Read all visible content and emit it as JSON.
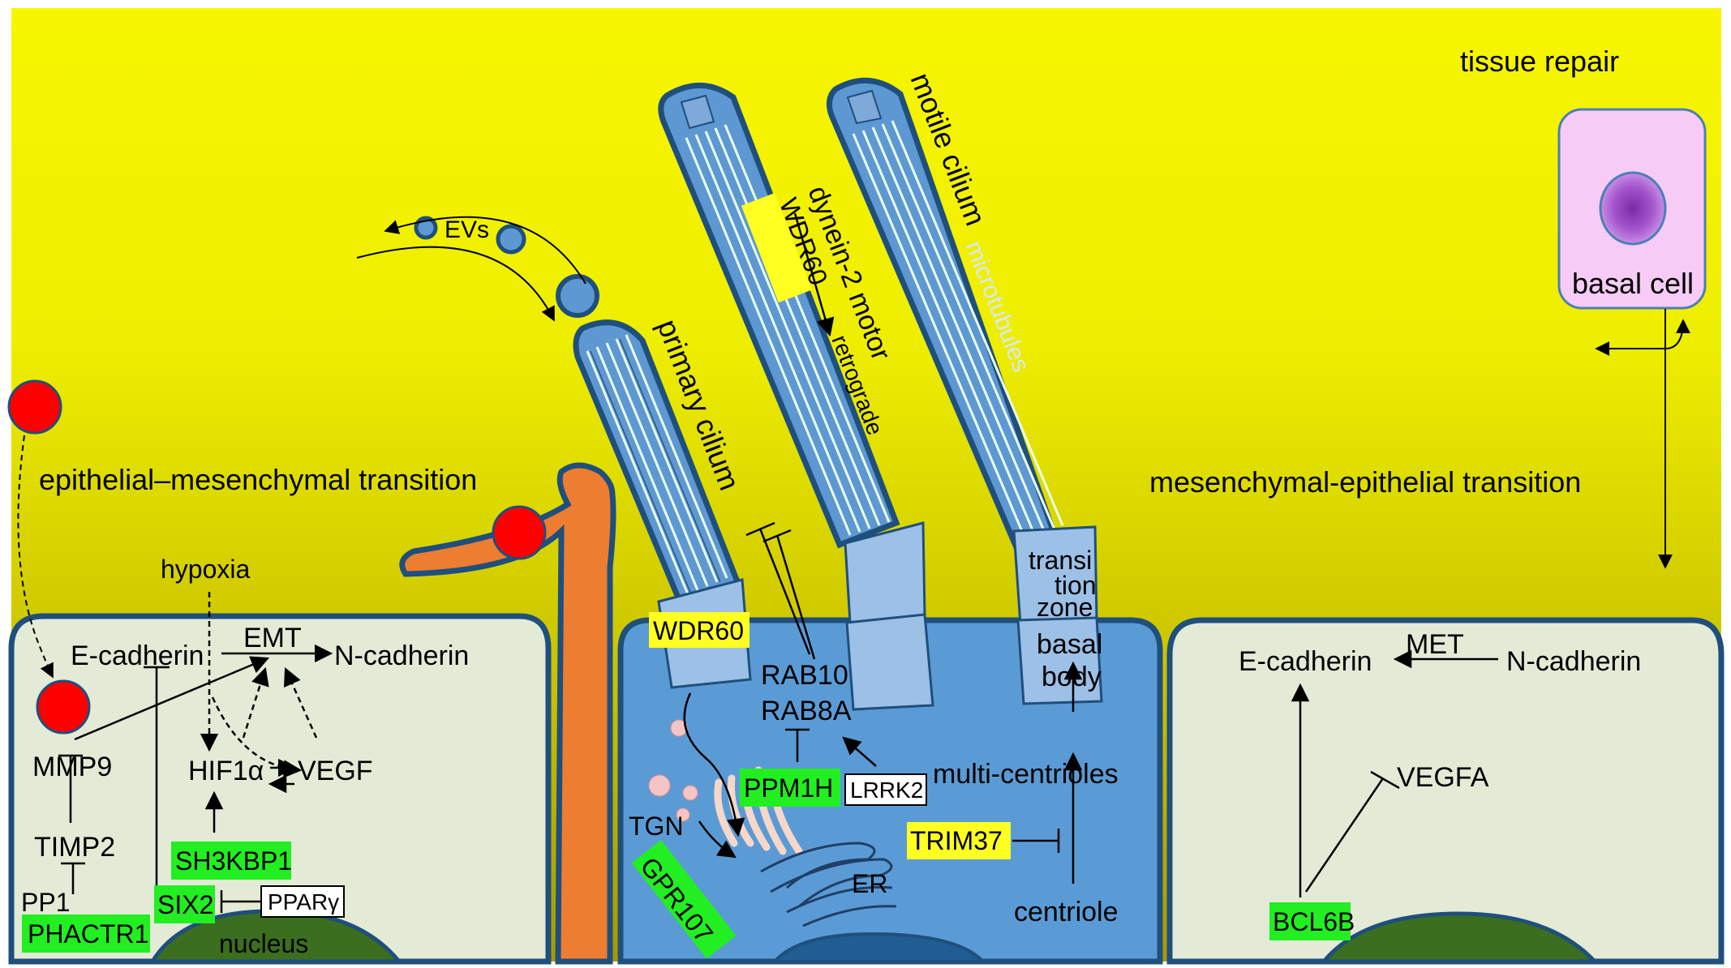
{
  "labels": {
    "tissue_repair": "tissue repair",
    "basal_cell": "basal cell",
    "emt_title": "epithelial–mesenchymal transition",
    "met_title": "mesenchymal-epithelial transition",
    "evs": "EVs",
    "primary_cilium": "primary cilium",
    "motile_cilium": "motile cilium",
    "dynein_motor": "dynein-2 motor",
    "retrograde": "retrograde",
    "microtubules": "microtubules",
    "transition_zone": [
      "transi",
      "tion",
      "zone"
    ],
    "basal_body": [
      "basal",
      "body"
    ],
    "hypoxia": "hypoxia",
    "e_cadherin": "E-cadherin",
    "emt": "EMT",
    "n_cadherin": "N-cadherin",
    "mmp9": "MMP9",
    "hif1a": "HIF1α",
    "vegf": "VEGF",
    "timp2": "TIMP2",
    "pp1": "PP1",
    "nucleus": "nucleus",
    "rab10": "RAB10",
    "rab8a": "RAB8A",
    "multi_centrioles": "multi-centrioles",
    "centriole": "centriole",
    "tgn": "TGN",
    "er": "ER",
    "met": "MET",
    "vegfa": "VEGFA"
  },
  "genes": {
    "phactr1": "PHACTR1",
    "six2": "SIX2",
    "ppar": "PPARγ",
    "sh3kbp1": "SH3KBP1",
    "wdr60_cilium": "WDR60",
    "wdr60_base": "WDR60",
    "ppm1h": "PPM1H",
    "lrrk2": "LRRK2",
    "gpr107": "GPR107",
    "trim37": "TRIM37",
    "bcl6b": "BCL6B"
  },
  "colors": {
    "gene_green": "#22ee22",
    "gene_yellow": "#ffff22",
    "gene_white": "#ffffff",
    "cell_pale": "#e3ead6",
    "cell_blue": "#5b9bd5",
    "cilium_blue": "#5e98d2",
    "outline_navy": "#1f4f7c",
    "fibroblast_orange": "#ed7d31",
    "red_particle": "#ff0000",
    "nucleus_green": "#3b6e1e",
    "basal_cell_pink": "#f6ccf6"
  }
}
